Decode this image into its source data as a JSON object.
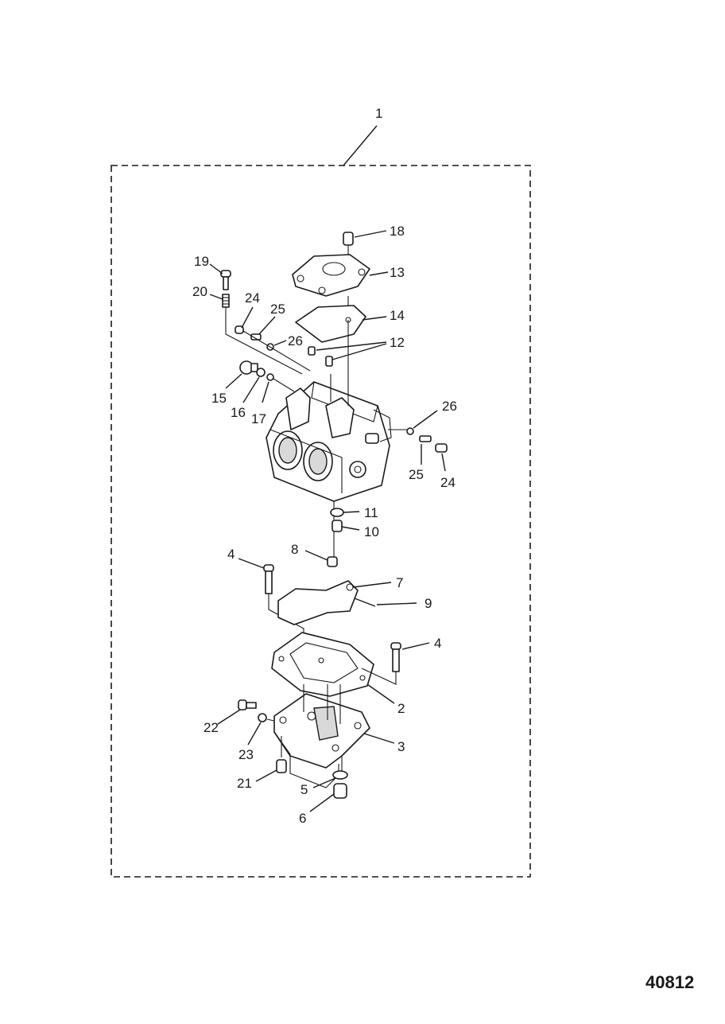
{
  "labels": {
    "l1": "1",
    "l2": "2",
    "l3": "3",
    "l4a": "4",
    "l4b": "4",
    "l5": "5",
    "l6": "6",
    "l7": "7",
    "l8": "8",
    "l9": "9",
    "l10": "10",
    "l11": "11",
    "l12": "12",
    "l13": "13",
    "l14": "14",
    "l15": "15",
    "l16": "16",
    "l17": "17",
    "l18": "18",
    "l19": "19",
    "l20": "20",
    "l21": "21",
    "l22": "22",
    "l23": "23",
    "l24a": "24",
    "l24b": "24",
    "l25a": "25",
    "l25b": "25",
    "l26a": "26",
    "l26b": "26"
  },
  "reference_number": "40812"
}
